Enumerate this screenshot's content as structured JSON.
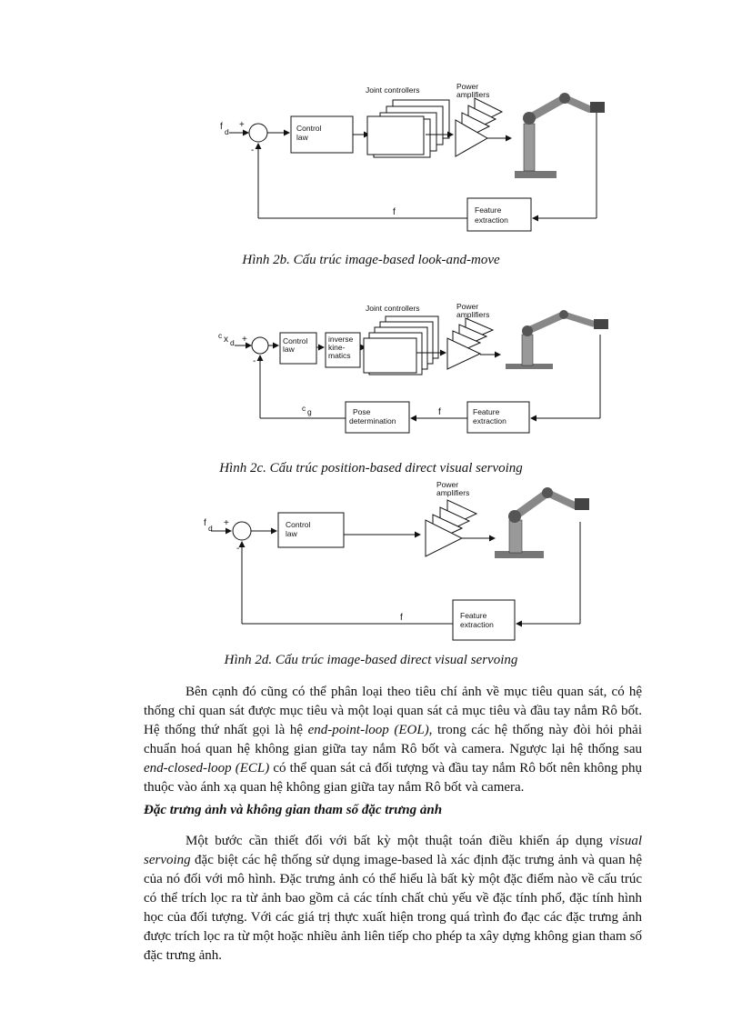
{
  "figures": {
    "fig2b": {
      "caption": "Hình 2b. Cấu trúc image-based look-and-move",
      "input_sym": "f",
      "input_sub": "d",
      "plus": "+",
      "minus": "-",
      "control_law": [
        "Control",
        "law"
      ],
      "joint_controllers": "Joint controllers",
      "power_amplifiers": [
        "Power",
        "amplifiers"
      ],
      "feature_extraction": [
        "Feature",
        "extraction"
      ],
      "feedback_sym": "f"
    },
    "fig2c": {
      "caption": "Hình 2c. Cấu trúc position-based direct visual servoing",
      "input_sym": "c",
      "input_sym2": "x",
      "input_sub": "d",
      "plus": "+",
      "minus": "-",
      "control_law": [
        "Control",
        "law"
      ],
      "inverse_kinematics": [
        "inverse",
        "kine-",
        "matics"
      ],
      "joint_controllers": "Joint controllers",
      "power_amplifiers": [
        "Power",
        "amplifiers"
      ],
      "pose_determination": [
        "Pose",
        "determination"
      ],
      "feature_extraction": [
        "Feature",
        "extraction"
      ],
      "feedback_sym": "f",
      "pose_sym": "c",
      "pose_sub": "g"
    },
    "fig2d": {
      "caption": "Hình 2d. Cấu trúc image-based direct visual servoing",
      "input_sym": "f",
      "input_sub": "d",
      "plus": "+",
      "minus": "-",
      "control_law": [
        "Control",
        "law"
      ],
      "power_amplifiers": [
        "Power",
        "amplifiers"
      ],
      "feature_extraction": [
        "Feature",
        "extraction"
      ],
      "feedback_sym": "f"
    }
  },
  "paragraph1": {
    "part1": "Bên cạnh đó cũng có thể phân loại theo tiêu chí ảnh về mục tiêu quan sát, có hệ thống chỉ quan sát được mục tiêu và một loại quan sát cả mục tiêu và đầu tay nắm Rô bốt. Hệ thống thứ nhất gọi là hệ ",
    "eol": "end-point-loop (EOL),",
    "part2": " trong các hệ thống này đòi hỏi phải chuẩn hoá quan hệ không gian giữa tay nắm Rô bốt và camera. Ngược lại hệ thống sau ",
    "ecl": "end-closed-loop (ECL)",
    "part3": " có thể quan sát cả đối tượng và đầu tay nắm Rô bốt nên không phụ thuộc vào ánh xạ quan hệ không gian giữa tay nắm Rô bốt và camera."
  },
  "heading": "Đặc trưng ảnh và không gian tham số đặc trưng ảnh",
  "paragraph2": {
    "part1": "Một bước cần thiết đối với bất kỳ một thuật toán điều khiển áp dụng ",
    "vs": "visual servoing",
    "part2": " đặc biệt các hệ thống sử dụng image-based là xác định đặc trưng ảnh và quan hệ của nó đối với mô hình. Đặc trưng ảnh có thể hiểu là bất kỳ một đặc điểm nào về cấu trúc có thể trích lọc ra từ ảnh bao gồm cả các tính chất chủ yếu về đặc tính phổ, đặc tính hình học của đối tượng. Với các giá trị thực xuất hiện trong quá trình đo đạc các đặc trưng ảnh được trích lọc ra từ một hoặc nhiều ảnh liên tiếp cho phép ta xây dựng không gian tham số đặc trưng ảnh."
  }
}
